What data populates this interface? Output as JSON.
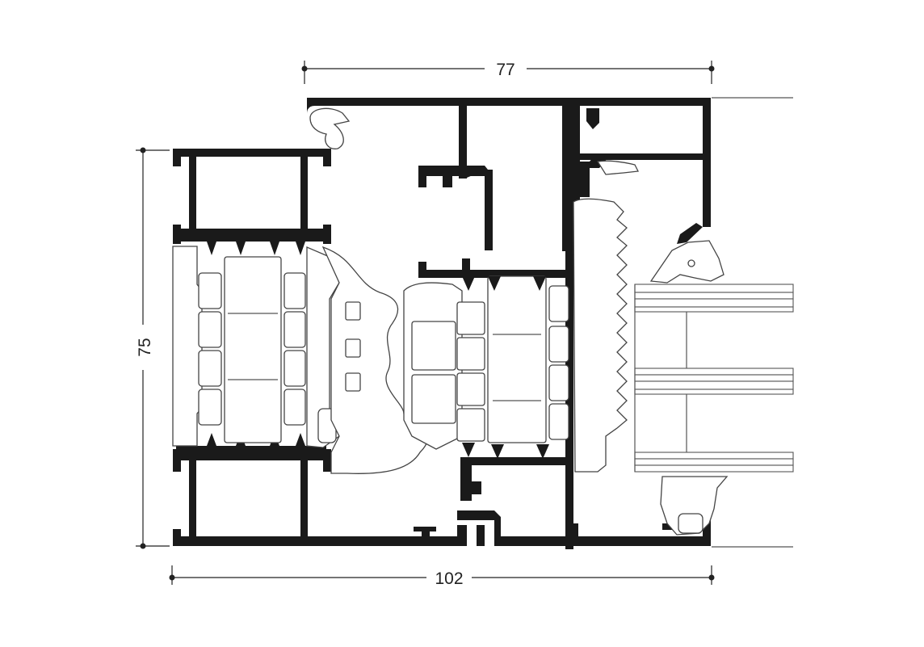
{
  "dimensions": {
    "top": {
      "value": "77"
    },
    "bottom": {
      "value": "102"
    },
    "left": {
      "value": "75"
    }
  },
  "colors": {
    "profile": "#1a1a1a",
    "gasket_outline": "#444444",
    "dimension_line": "#222222",
    "background": "#ffffff"
  }
}
